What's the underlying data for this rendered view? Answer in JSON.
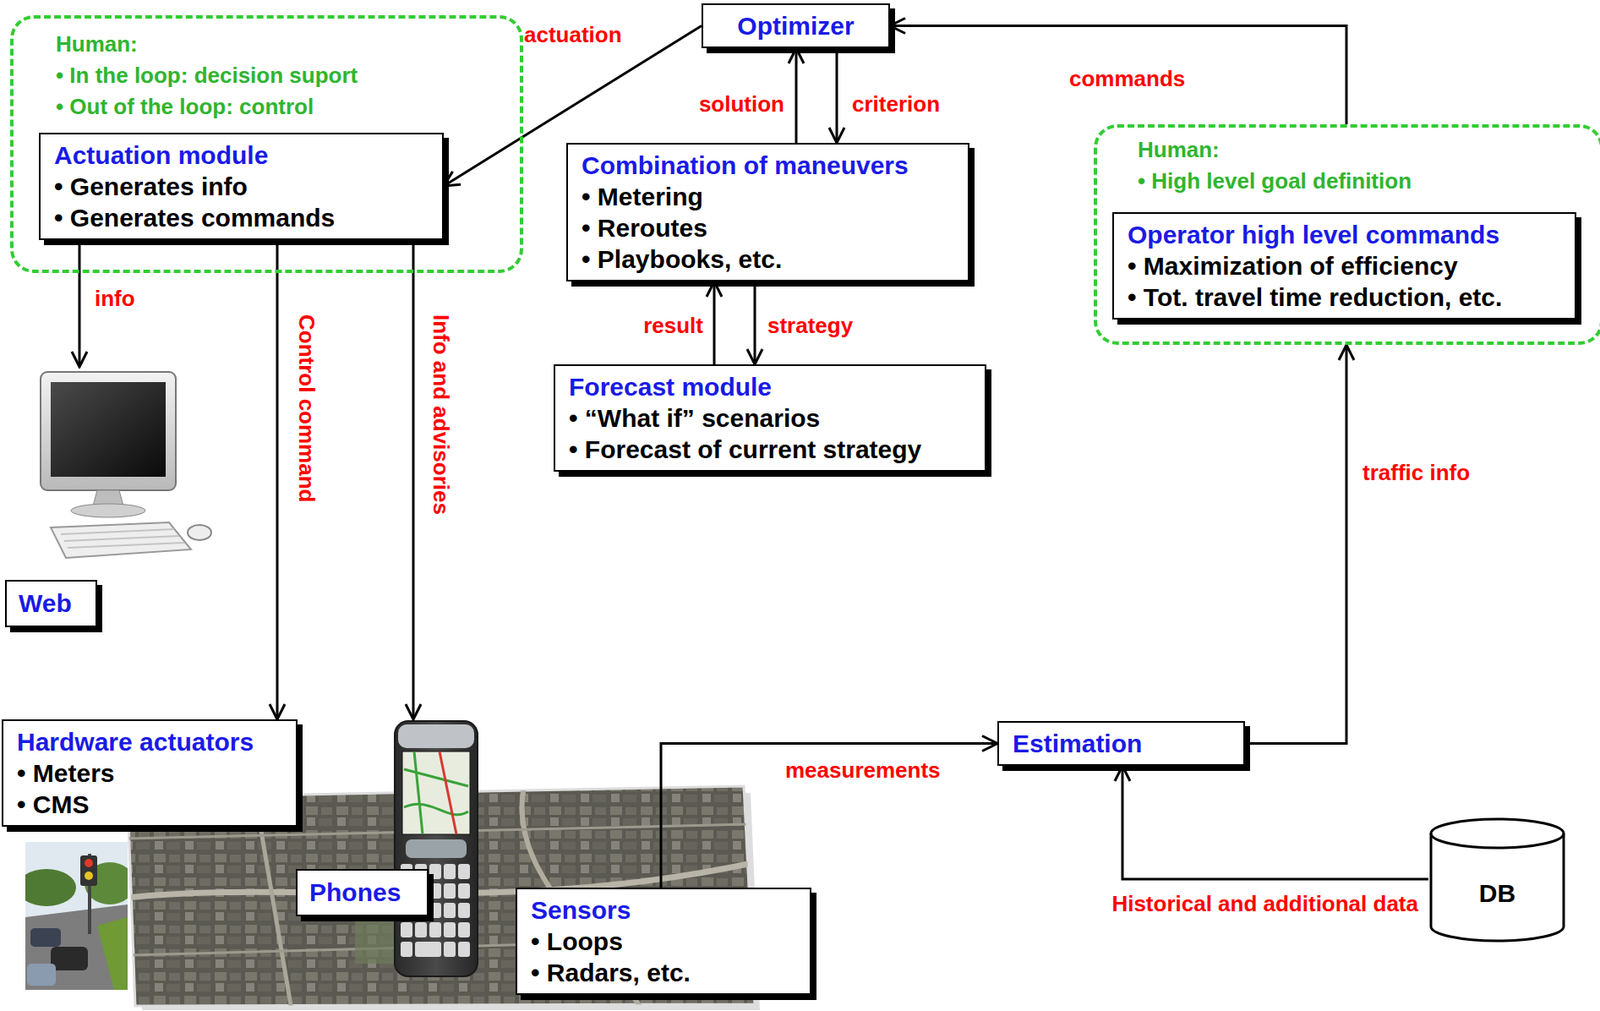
{
  "diagram": {
    "nodes": [
      {
        "text": [
          "Human:",
          "• In the loop: decision suport",
          "• Out of the loop: control"
        ]
      },
      {
        "text": [
          "Actuation module",
          "• Generates info",
          "• Generates commands"
        ],
        "in": 0
      },
      {
        "text": [
          "Optimizer"
        ]
      },
      {
        "text": [
          "Combination of maneuvers",
          "• Metering",
          "• Reroutes",
          "• Playbooks, etc."
        ]
      },
      {
        "text": [
          "Forecast module",
          "• “What if” scenarios",
          "• Forecast of current strategy"
        ]
      },
      {
        "text": [
          "Human:",
          "• High level goal definition"
        ]
      },
      {
        "text": [
          "Operator high level commands",
          "• Maximization of efficiency",
          "• Tot. travel time reduction, etc."
        ],
        "in": 5
      },
      {
        "text": [
          "Web"
        ]
      },
      {
        "text": [
          "Hardware actuators",
          "• Meters",
          "• CMS"
        ]
      },
      {
        "text": [
          "Phones"
        ]
      },
      {
        "text": [
          "Sensors",
          "• Loops",
          "• Radars, etc."
        ]
      },
      {
        "text": [
          "Estimation"
        ]
      },
      {
        "text": [
          "DB"
        ]
      }
    ],
    "edges": [
      {
        "from": 2,
        "to": 1,
        "label": "actuation",
        "arrow": "to"
      },
      {
        "from": 3,
        "to": 2,
        "label": "solution",
        "arrow": "to"
      },
      {
        "from": 2,
        "to": 3,
        "label": "criterion",
        "arrow": "to"
      },
      {
        "from": 4,
        "to": 3,
        "label": "result",
        "arrow": "to"
      },
      {
        "from": 3,
        "to": 4,
        "label": "strategy",
        "arrow": "to"
      },
      {
        "from": 5,
        "to": 2,
        "label": "commands",
        "arrow": "to"
      },
      {
        "from": 11,
        "to": 5,
        "label": "traffic info",
        "arrow": "to"
      },
      {
        "from": 1,
        "to": 7,
        "label": "info",
        "arrow": "to"
      },
      {
        "from": 1,
        "to": 8,
        "label": "Control command",
        "arrow": "to"
      },
      {
        "from": 1,
        "to": 9,
        "label": "Info and advisories",
        "arrow": "to"
      },
      {
        "from": 10,
        "to": 11,
        "label": "measurements",
        "arrow": "to"
      },
      {
        "from": 12,
        "to": 11,
        "label": "Historical and additional data",
        "arrow": "to"
      }
    ]
  }
}
